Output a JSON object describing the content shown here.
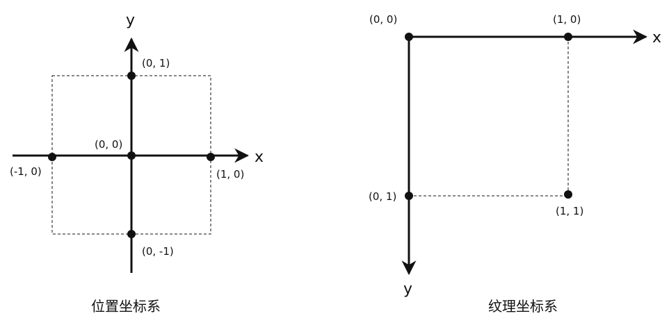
{
  "colors": {
    "ink": "#111111",
    "background": "#ffffff"
  },
  "position_system": {
    "caption": "位置坐标系",
    "x_axis_label": "x",
    "y_axis_label": "y",
    "points": [
      {
        "label": "(0, 1)"
      },
      {
        "label": "(0, 0)"
      },
      {
        "label": "(-1, 0)"
      },
      {
        "label": "(1, 0)"
      },
      {
        "label": "(0, -1)"
      }
    ]
  },
  "texture_system": {
    "caption": "纹理坐标系",
    "x_axis_label": "x",
    "y_axis_label": "y",
    "points": [
      {
        "label": "(0, 0)"
      },
      {
        "label": "(1, 0)"
      },
      {
        "label": "(0, 1)"
      },
      {
        "label": "(1, 1)"
      }
    ]
  }
}
